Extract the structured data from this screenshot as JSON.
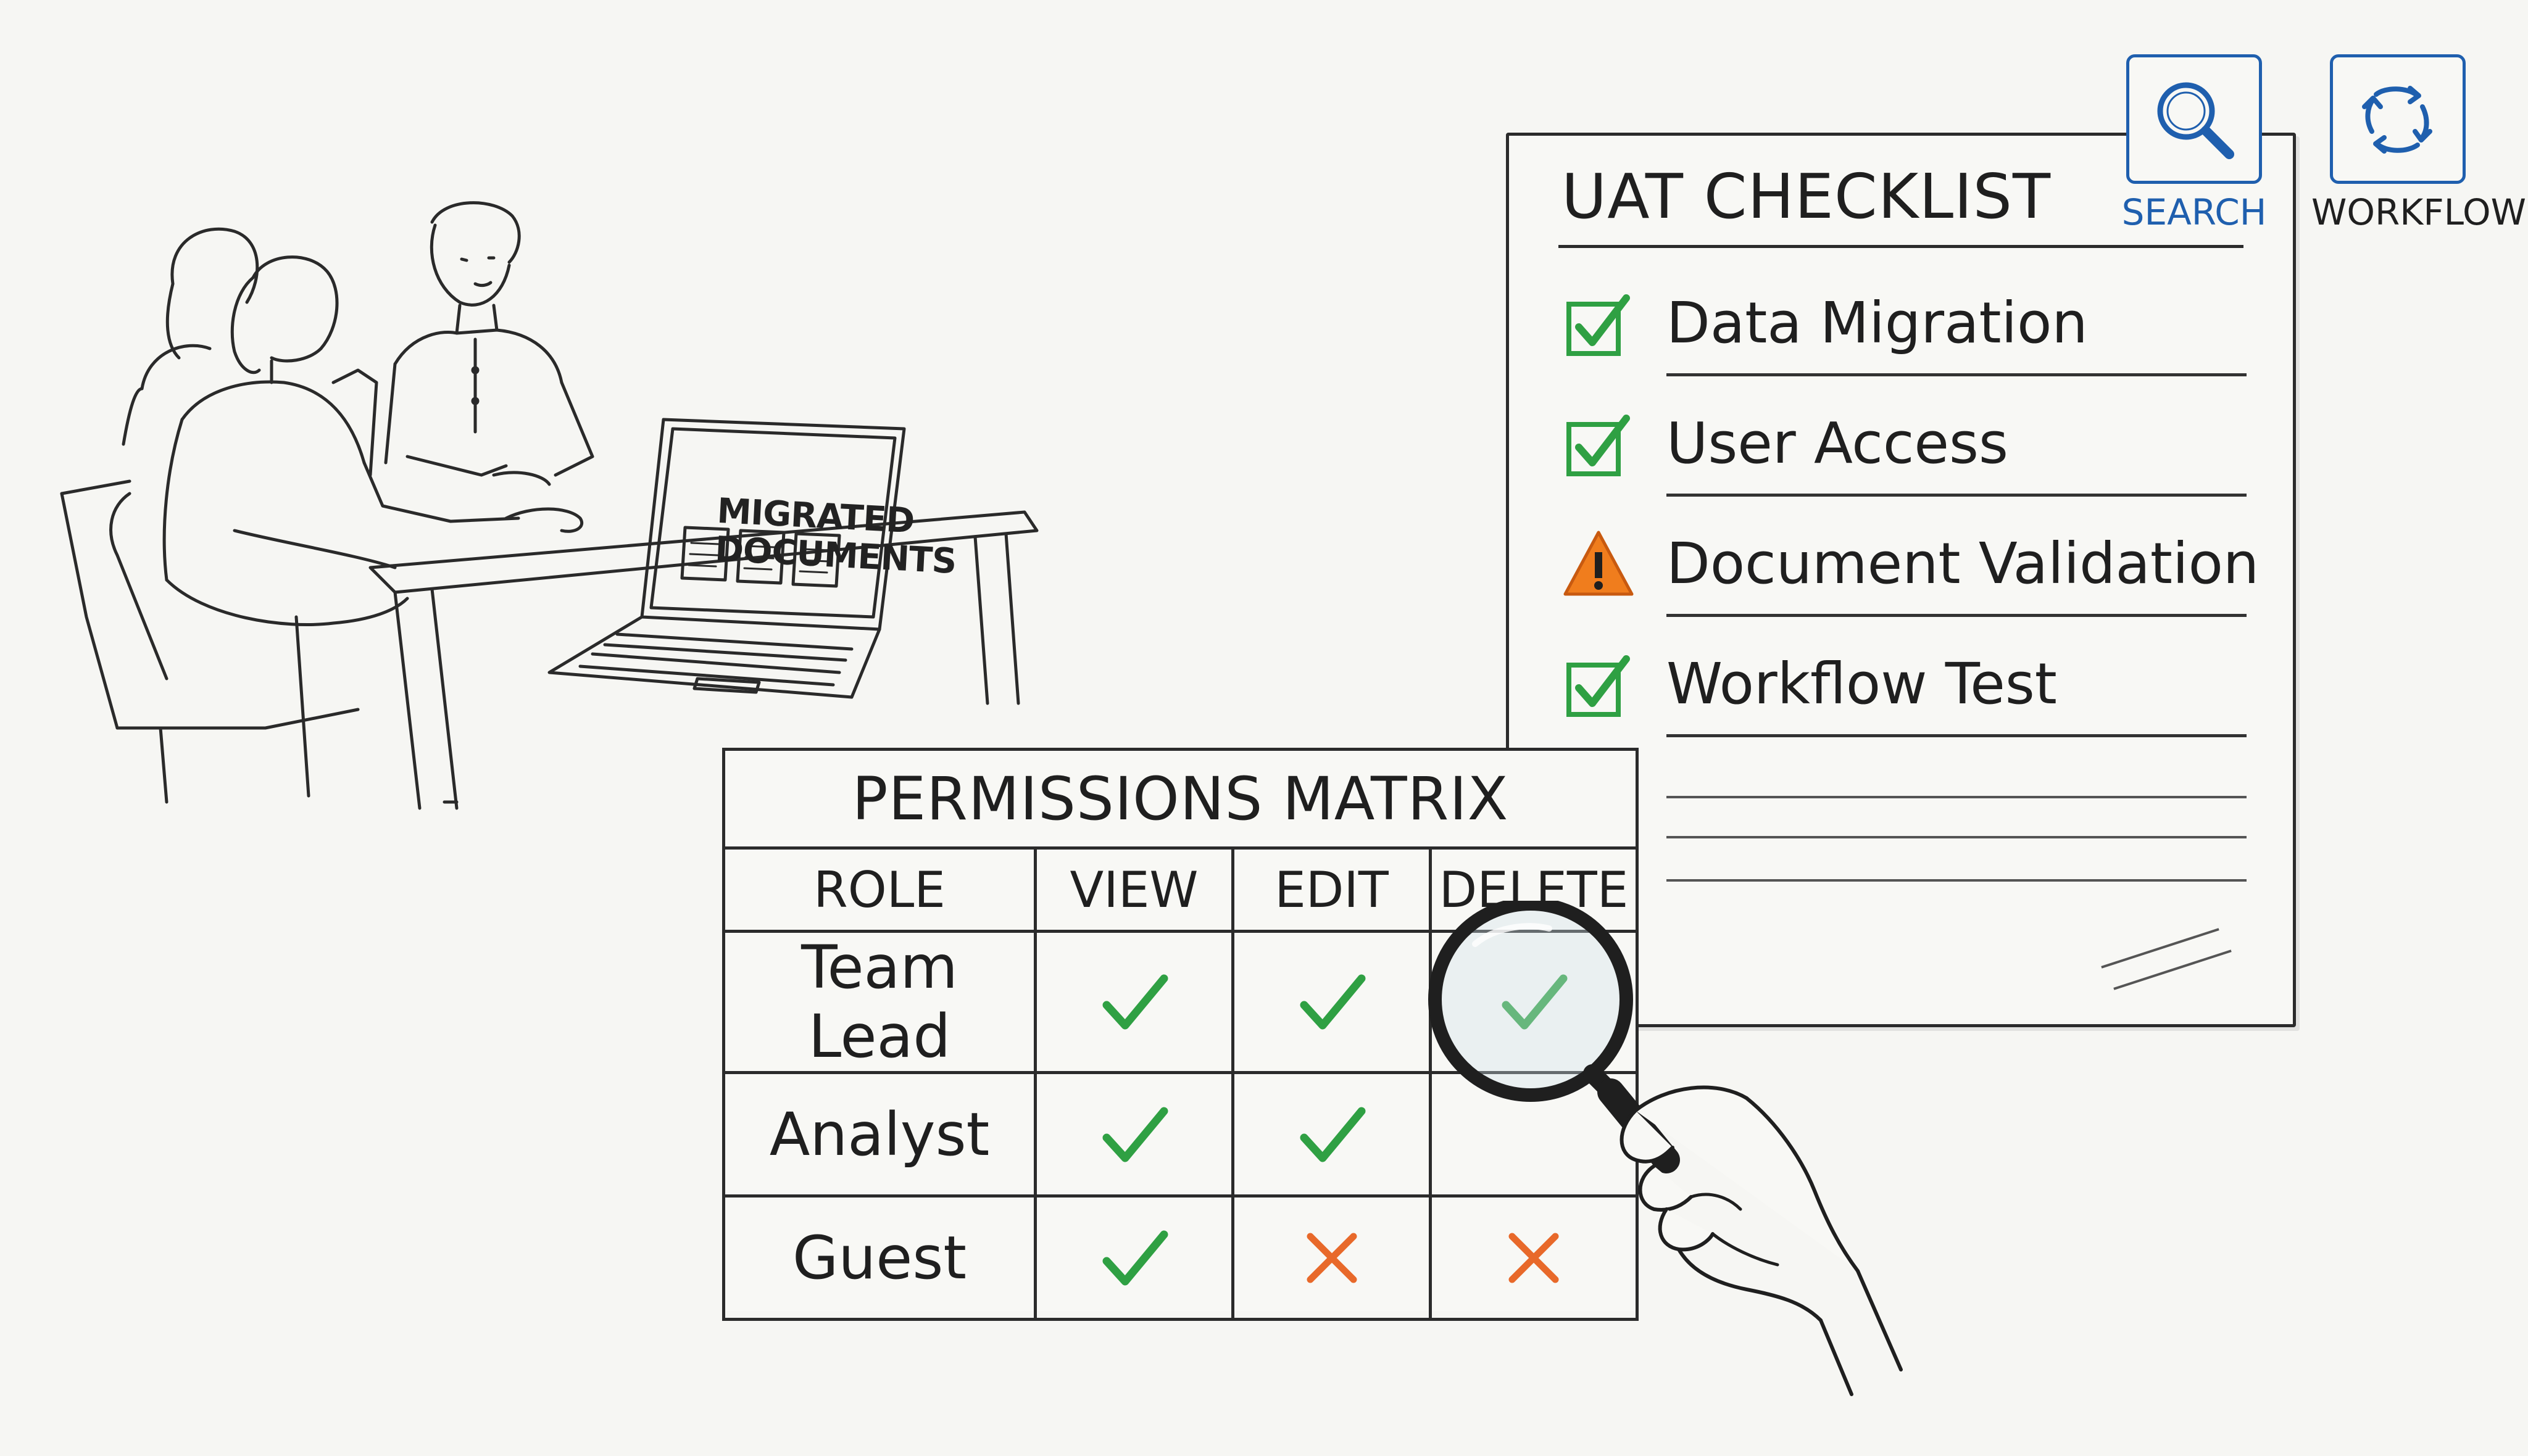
{
  "laptop_screen": {
    "line1": "MIGRATED",
    "line2": "DOCUMENTS"
  },
  "checklist": {
    "title": "UAT CHECKLIST",
    "items": [
      {
        "label": "Data Migration",
        "status": "done",
        "icon": "green-checkbox-icon"
      },
      {
        "label": "User Access",
        "status": "done",
        "icon": "green-checkbox-icon"
      },
      {
        "label": "Document Validation",
        "status": "warning",
        "icon": "warning-triangle-icon"
      },
      {
        "label": "Workflow Test",
        "status": "done",
        "icon": "green-checkbox-icon"
      }
    ]
  },
  "toolbar": {
    "search_label": "SEARCH",
    "search_icon": "magnifier-icon",
    "workflow_label": "WORKFLOW",
    "workflow_icon": "cycle-arrows-icon"
  },
  "matrix": {
    "title": "PERMISSIONS MATRIX",
    "columns": [
      "ROLE",
      "VIEW",
      "EDIT",
      "DELETE"
    ],
    "rows": [
      {
        "role": "Team Lead",
        "view": "check",
        "edit": "check",
        "delete": "check"
      },
      {
        "role": "Analyst",
        "view": "check",
        "edit": "check",
        "delete": "none"
      },
      {
        "role": "Guest",
        "view": "check",
        "edit": "cross",
        "delete": "cross"
      }
    ]
  },
  "colors": {
    "check_green": "#2fa043",
    "cross_orange": "#e8692a",
    "warning_orange": "#f07d1d",
    "icon_blue": "#1f5fae",
    "ink": "#1f1f1f",
    "paper": "#f6f6f3"
  }
}
